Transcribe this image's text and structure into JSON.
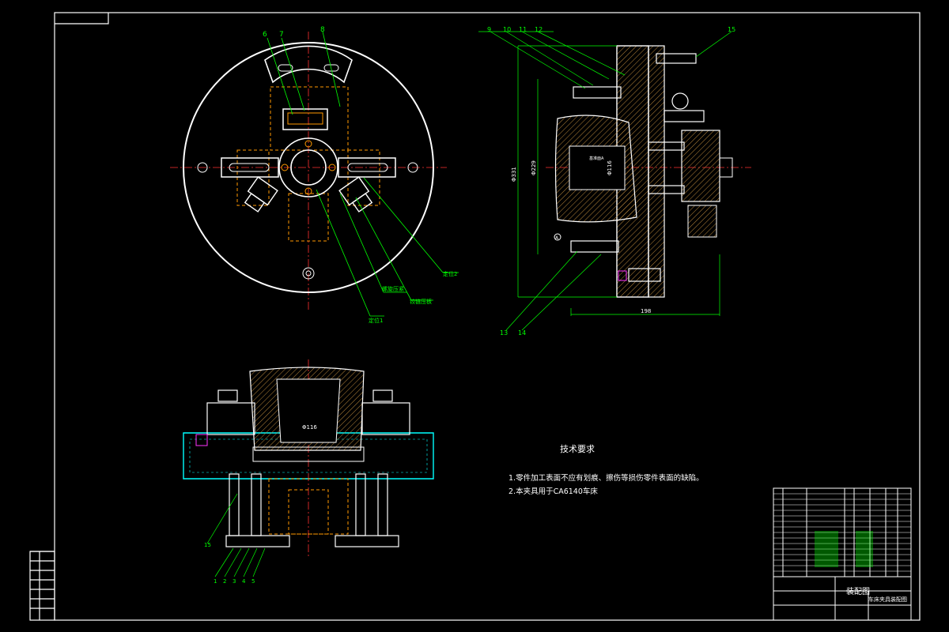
{
  "technical_requirements": {
    "title": "技术要求",
    "items": [
      "1.零件加工表面不应有划痕、擦伤等损伤零件表面的缺陷。",
      "2.本夹具用于CA6140车床"
    ]
  },
  "title_block": {
    "drawing_name": "装配图",
    "part_name": "车床夹具装配图"
  },
  "top_view_callouts": [
    "6",
    "7",
    "8",
    "定位1",
    "螺旋压紧",
    "铰链压板",
    "定位2"
  ],
  "side_view_callouts": [
    "9",
    "10",
    "11",
    "12",
    "13",
    "14",
    "15"
  ],
  "bottom_view_callouts": [
    "15",
    "1",
    "2",
    "3",
    "4",
    "5"
  ],
  "dimensions": {
    "side_overall_dia": "Φ331",
    "side_inner_dia": "Φ229",
    "side_bore": "Φ116",
    "side_length": "198",
    "bottom_bore": "Φ116"
  },
  "side_annotation": "基准面A",
  "datum_label": "A",
  "colors": {
    "frame": "#ffffff",
    "callout": "#00ff00",
    "section": "#00ffff",
    "hidden": "#ff9900",
    "hatch": "#b8863b",
    "accent_magenta": "#ff33ff"
  }
}
